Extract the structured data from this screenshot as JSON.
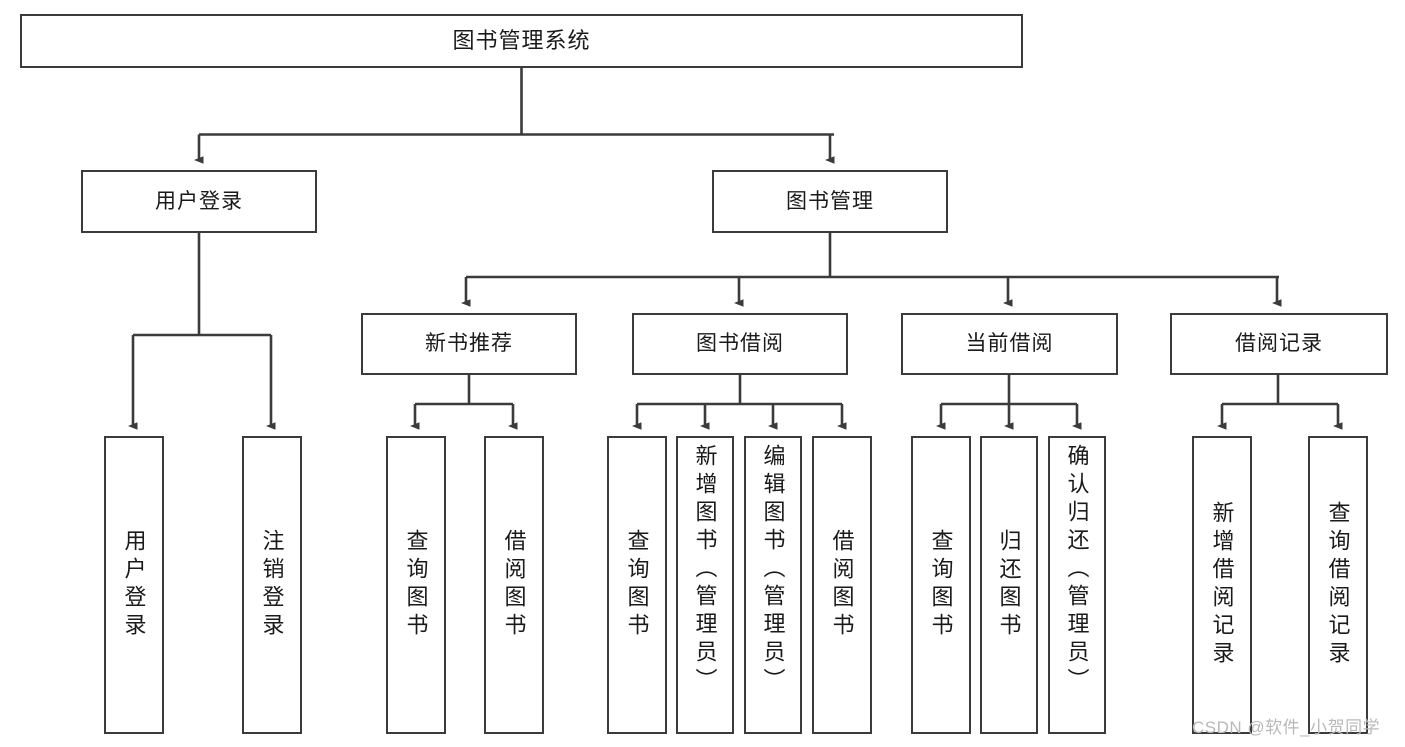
{
  "diagram": {
    "title": "图书管理系统",
    "type": "tree",
    "orientation": "top-down",
    "colors": {
      "box_border": "#3b3b3b",
      "box_fill": "#ffffff",
      "connector": "#3b3b3b",
      "text": "#1a1a1a",
      "watermark": "#b9b9b9",
      "background": "#ffffff"
    },
    "root": {
      "label": "图书管理系统"
    },
    "level2": [
      {
        "id": "user-login",
        "label": "用户登录"
      },
      {
        "id": "book-manage",
        "label": "图书管理"
      }
    ],
    "level3": [
      {
        "id": "new-book-recommend",
        "label": "新书推荐",
        "parent": "book-manage"
      },
      {
        "id": "book-borrow",
        "label": "图书借阅",
        "parent": "book-manage"
      },
      {
        "id": "current-borrow",
        "label": "当前借阅",
        "parent": "book-manage"
      },
      {
        "id": "borrow-record",
        "label": "借阅记录",
        "parent": "book-manage"
      }
    ],
    "leaves": {
      "user-login": [
        {
          "id": "leaf-user-login",
          "label": "用户登录"
        },
        {
          "id": "leaf-user-logout",
          "label": "注销登录"
        }
      ],
      "new-book-recommend": [
        {
          "id": "leaf-query-book-1",
          "label": "查询图书"
        },
        {
          "id": "leaf-borrow-book-1",
          "label": "借阅图书"
        }
      ],
      "book-borrow": [
        {
          "id": "leaf-query-book-2",
          "label": "查询图书"
        },
        {
          "id": "leaf-add-book",
          "label": "新增图书（管理员）"
        },
        {
          "id": "leaf-edit-book",
          "label": "编辑图书（管理员）"
        },
        {
          "id": "leaf-borrow-book-2",
          "label": "借阅图书"
        }
      ],
      "current-borrow": [
        {
          "id": "leaf-query-book-3",
          "label": "查询图书"
        },
        {
          "id": "leaf-return-book",
          "label": "归还图书"
        },
        {
          "id": "leaf-confirm-return",
          "label": "确认归还（管理员）"
        }
      ],
      "borrow-record": [
        {
          "id": "leaf-add-record",
          "label": "新增借阅记录"
        },
        {
          "id": "leaf-query-record",
          "label": "查询借阅记录"
        }
      ]
    }
  },
  "watermark": {
    "text": "CSDN @软件_小贺同学"
  }
}
